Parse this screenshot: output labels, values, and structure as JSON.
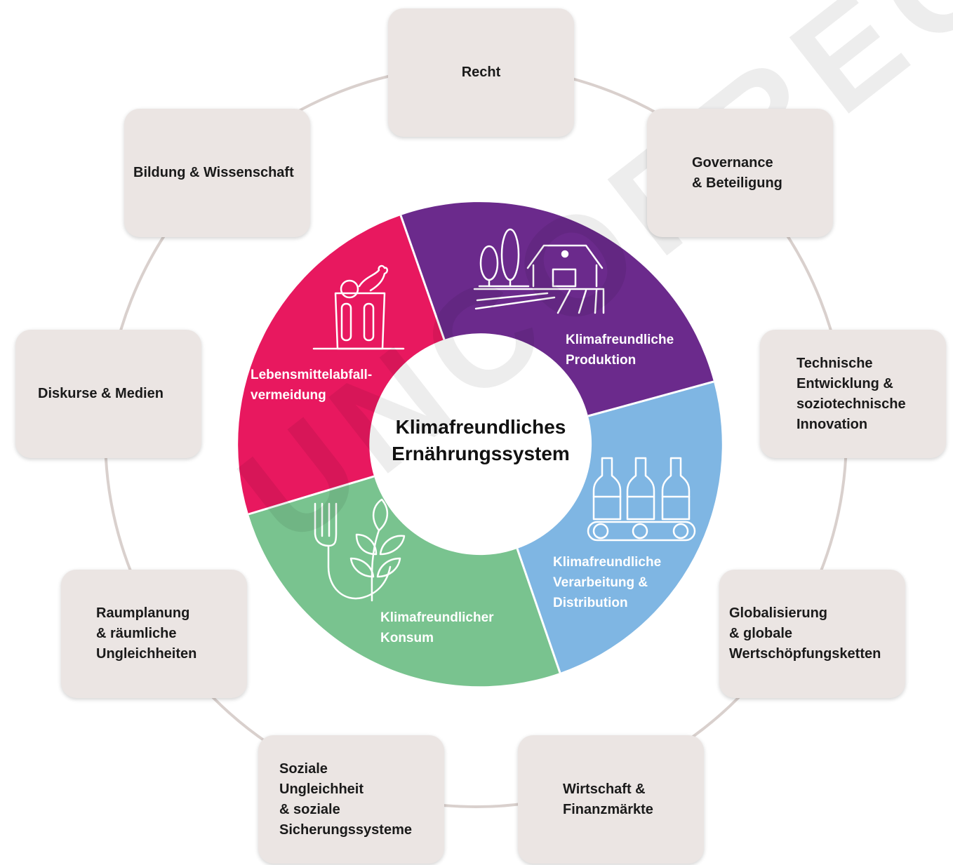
{
  "center": {
    "title": "Klimafreundliches\nErnährungssystem"
  },
  "segments": [
    {
      "key": "produktion",
      "label": "Klimafreundliche\nProduktion",
      "color": "#6b2a8c",
      "icon": "farm-barn-icon"
    },
    {
      "key": "verarbeitung",
      "label": "Klimafreundliche\nVerarbeitung &\nDistribution",
      "color": "#7fb6e3",
      "icon": "bottles-conveyor-icon"
    },
    {
      "key": "konsum",
      "label": "Klimafreundlicher\nKonsum",
      "color": "#79c38f",
      "icon": "fork-plant-icon"
    },
    {
      "key": "abfall",
      "label": "Lebensmittelabfall-\nvermeidung",
      "color": "#e8185f",
      "icon": "food-bin-icon"
    }
  ],
  "outer": [
    {
      "key": "recht",
      "label": "Recht"
    },
    {
      "key": "governance",
      "label": "Governance\n& Beteiligung"
    },
    {
      "key": "technik",
      "label": "Technische\nEntwicklung &\nsoziotechnische\nInnovation"
    },
    {
      "key": "global",
      "label": "Globalisierung\n& globale\nWertschöpfungsketten"
    },
    {
      "key": "wirtschaft",
      "label": "Wirtschaft &\nFinanzmärkte"
    },
    {
      "key": "sozial",
      "label": "Soziale\nUngleichheit\n& soziale\nSicherungssysteme"
    },
    {
      "key": "raum",
      "label": "Raumplanung\n& räumliche\nUngleichheiten"
    },
    {
      "key": "diskurse",
      "label": "Diskurse & Medien"
    },
    {
      "key": "bildung",
      "label": "Bildung & Wissenschaft"
    }
  ],
  "colors": {
    "box": "#ebe5e3",
    "ring": "#d9d0cd"
  }
}
